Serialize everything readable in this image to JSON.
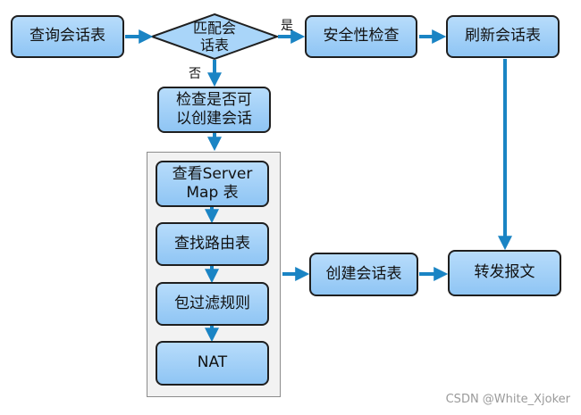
{
  "nodes": {
    "query_session": "查询会话表",
    "match_session": "匹配会\n话表",
    "security_check": "安全性检查",
    "refresh_session": "刷新会话表",
    "check_can_create": "检查是否可\n以创建会话",
    "check_server_map": "查看Server\nMap 表",
    "lookup_routing": "查找路由表",
    "packet_filter": "包过滤规则",
    "nat": "NAT",
    "create_session": "创建会话表",
    "forward_packet": "转发报文"
  },
  "edge_labels": {
    "yes": "是",
    "no": "否"
  },
  "watermark": "CSDN @White_Xjoker",
  "colors": {
    "node_fill": "#9fd0f8",
    "arrow": "#1a84c4",
    "border": "#1f1f1f"
  }
}
